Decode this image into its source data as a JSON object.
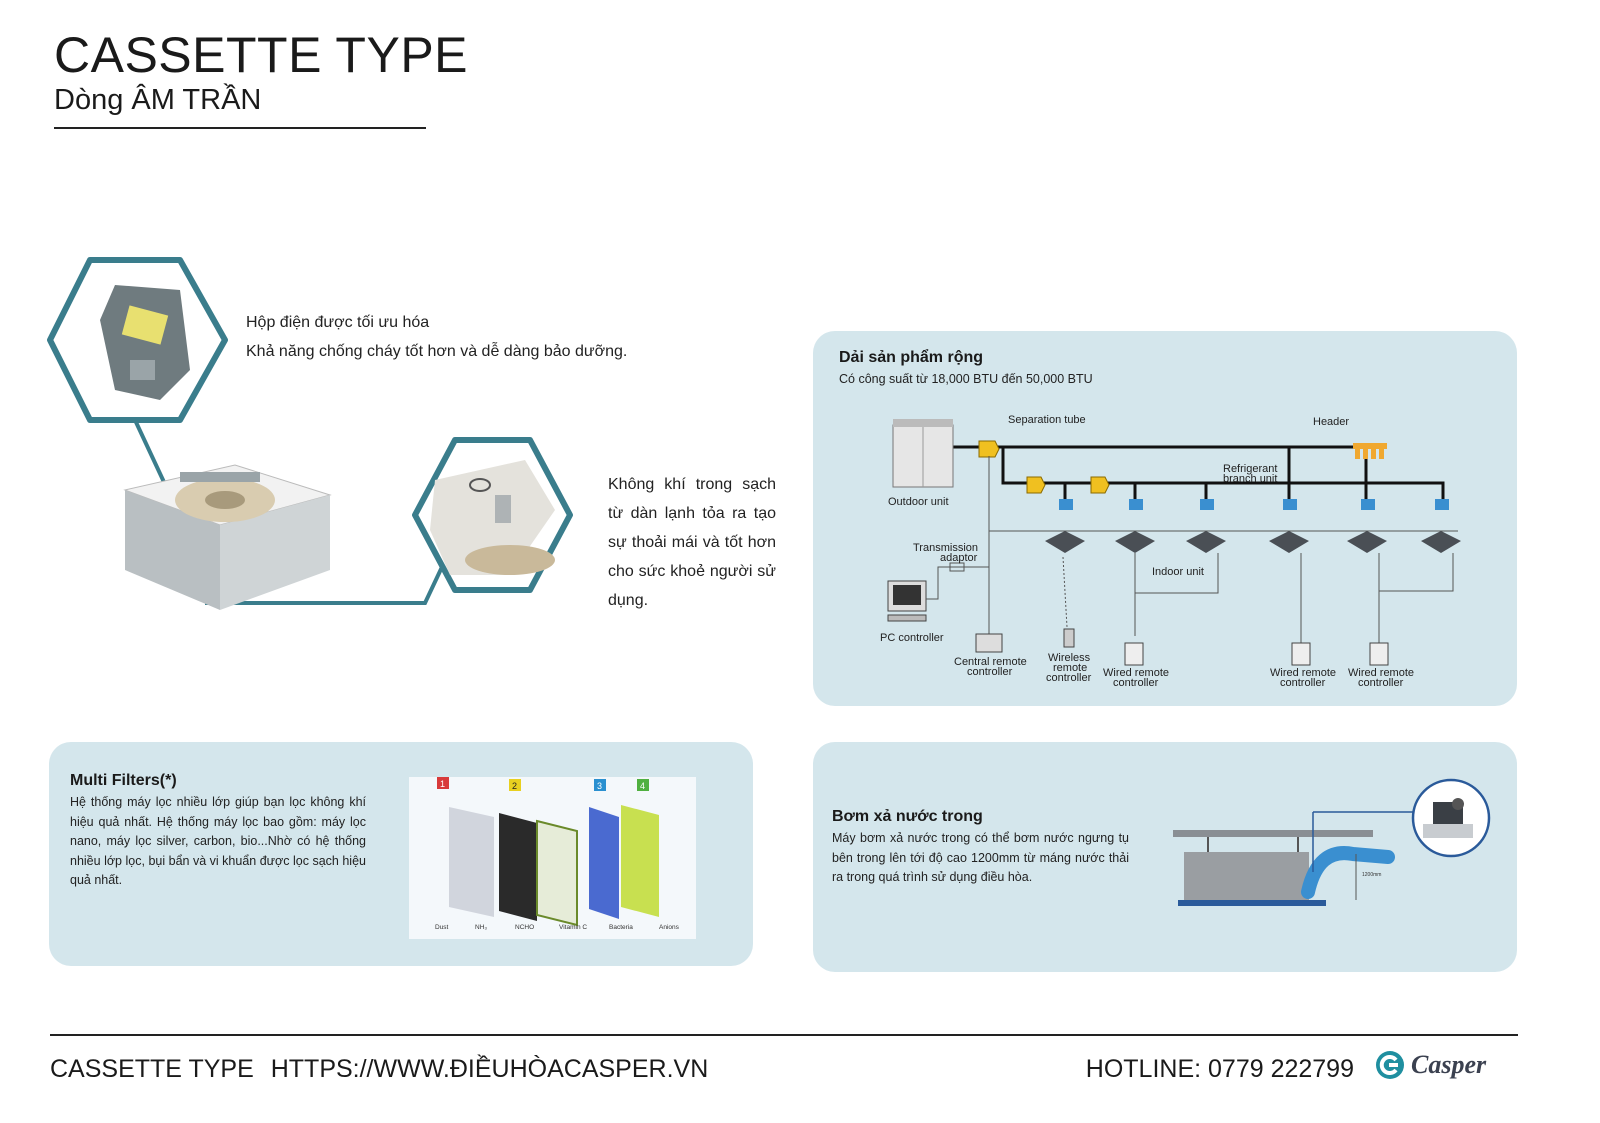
{
  "header": {
    "title": "CASSETTE TYPE",
    "subtitle": "Dòng ÂM TRẦN"
  },
  "features": {
    "electric_box": {
      "line1": "Hộp điện được tối ưu hóa",
      "line2": "Khả năng chống cháy tốt hơn và dễ dàng bảo dưỡng."
    },
    "clean_air": {
      "lines": [
        "Không khí trong sạch",
        "từ dàn lạnh tỏa ra tạo",
        "sự thoải mái và tốt hơn",
        "cho sức khoẻ người sử",
        "dụng."
      ]
    }
  },
  "range_panel": {
    "title": "Dải sản phẩm rộng",
    "subtitle": "Có công suất từ 18,000 BTU đến 50,000 BTU",
    "labels": {
      "separation_tube": "Separation tube",
      "header": "Header",
      "refrigerant_branch_1": "Refrigerant",
      "refrigerant_branch_2": "branch unit",
      "outdoor_unit": "Outdoor unit",
      "transmission_1": "Transmission",
      "transmission_2": "adaptor",
      "indoor_unit": "Indoor unit",
      "pc_controller": "PC controller",
      "central_1": "Central remote",
      "central_2": "controller",
      "wireless_1": "Wireless",
      "wireless_2": "remote",
      "wireless_3": "controller",
      "wired_1": "Wired remote",
      "wired_2": "controller"
    }
  },
  "filter_panel": {
    "title": "Multi Filters(*)",
    "body": "Hệ thống máy lọc nhiều lớp giúp bạn lọc không khí hiệu quả nhất. Hệ thống máy lọc bao gồm: máy lọc nano, máy lọc silver, carbon, bio...Nhờ có hệ thống nhiều lớp lọc, bụi bẩn và vi khuẩn được lọc sạch hiệu quả nhất.",
    "layers": [
      "1",
      "2",
      "3",
      "4"
    ],
    "legend": [
      "Dust",
      "NH₃",
      "NCHO",
      "Vitamin C",
      "Bacteria",
      "Anions"
    ]
  },
  "pump_panel": {
    "title": "Bơm xả nước trong",
    "body": "Máy bơm xả nước trong có thể bơm nước ngưng tụ bên trong lên tới độ cao 1200mm từ máng nước thải ra trong quá trình sử dụng điều hòa.",
    "height_label": "1200mm"
  },
  "footer": {
    "left_title": "CASSETTE TYPE",
    "url": "HTTPS://WWW.ĐIỀUHÒACASPER.VN",
    "hotline": "HOTLINE: 0779 222799",
    "brand": "Casper"
  },
  "colors": {
    "panel_bg": "#d4e6ec",
    "hex_stroke": "#3a7d8c",
    "pipe_blue": "#3a8fd0",
    "tube_yellow": "#f0c020"
  }
}
